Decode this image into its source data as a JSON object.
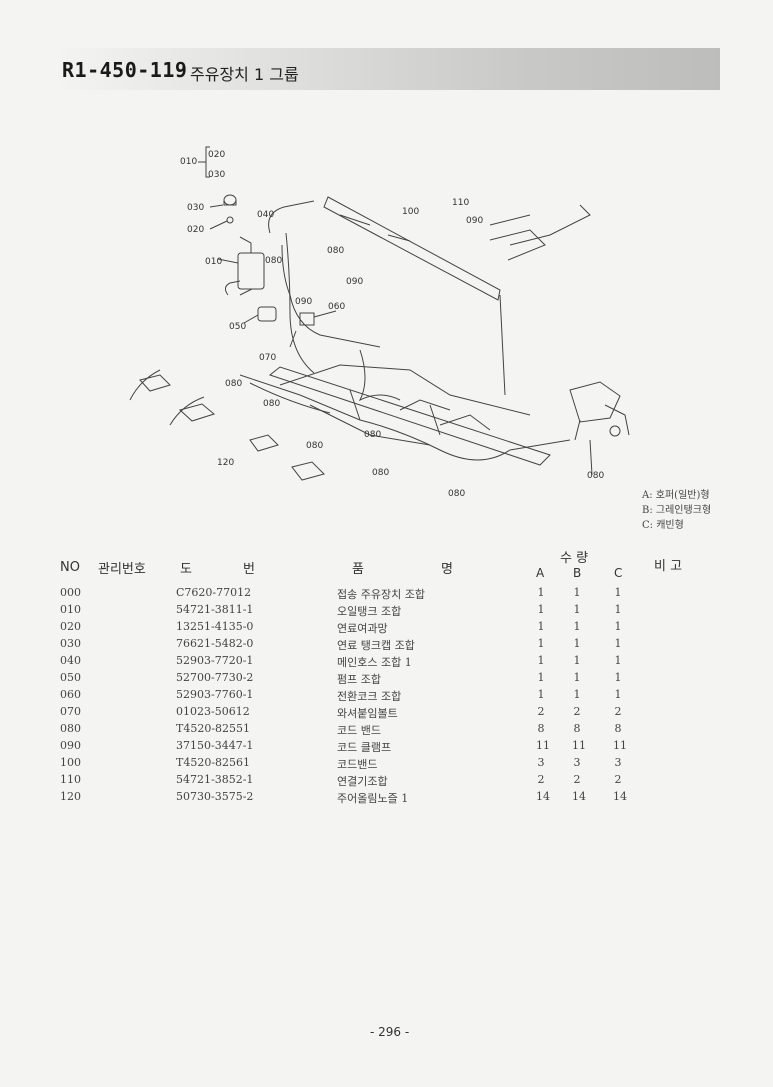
{
  "header": {
    "code": "R1-450-119",
    "name": "주유장치 1 그룹"
  },
  "callouts": {
    "c010_top": "010",
    "c020_top": "020",
    "c030_top": "030",
    "c030": "030",
    "c020": "020",
    "c040": "040",
    "c010": "010",
    "c080_a": "080",
    "c080_b": "080",
    "c090_a": "090",
    "c060": "060",
    "c050": "050",
    "c070": "070",
    "c100": "100",
    "c110": "110",
    "c090_b": "090",
    "c080_c": "080",
    "c080_d": "080",
    "c080_e": "080",
    "c080_f": "080",
    "c120": "120",
    "c080_g": "080",
    "c080_h": "080",
    "c080_i": "080"
  },
  "legend": [
    "A: 호퍼(일반)형",
    "B: 그레인탱크형",
    "C: 캐빈형"
  ],
  "table": {
    "headers": {
      "no": "NO",
      "mgmt": "관리번호",
      "drawing_a": "도",
      "drawing_b": "번",
      "name_a": "품",
      "name_b": "명",
      "qty": "수 량",
      "qty_a": "A",
      "qty_b": "B",
      "qty_c": "C",
      "remarks": "비 고"
    },
    "rows": [
      {
        "no": "000",
        "part": "C7620-77012",
        "name": "접송 주유장치 조합",
        "a": "1",
        "b": "1",
        "c": "1"
      },
      {
        "no": "010",
        "part": "54721-3811-1",
        "name": "오일탱크 조합",
        "a": "1",
        "b": "1",
        "c": "1"
      },
      {
        "no": "020",
        "part": "13251-4135-0",
        "name": "연료여과망",
        "a": "1",
        "b": "1",
        "c": "1"
      },
      {
        "no": "030",
        "part": "76621-5482-0",
        "name": "연료 탱크캡 조합",
        "a": "1",
        "b": "1",
        "c": "1"
      },
      {
        "no": "040",
        "part": "52903-7720-1",
        "name": "메인호스 조합 1",
        "a": "1",
        "b": "1",
        "c": "1"
      },
      {
        "no": "050",
        "part": "52700-7730-2",
        "name": "펌프 조합",
        "a": "1",
        "b": "1",
        "c": "1"
      },
      {
        "no": "060",
        "part": "52903-7760-1",
        "name": "전환코크 조합",
        "a": "1",
        "b": "1",
        "c": "1"
      },
      {
        "no": "070",
        "part": "01023-50612",
        "name": "와셔붙임볼트",
        "a": "2",
        "b": "2",
        "c": "2"
      },
      {
        "no": "080",
        "part": "T4520-82551",
        "name": "코드 밴드",
        "a": "8",
        "b": "8",
        "c": "8"
      },
      {
        "no": "090",
        "part": "37150-3447-1",
        "name": "코드 클램프",
        "a": "11",
        "b": "11",
        "c": "11"
      },
      {
        "no": "100",
        "part": "T4520-82561",
        "name": "코드밴드",
        "a": "3",
        "b": "3",
        "c": "3"
      },
      {
        "no": "110",
        "part": "54721-3852-1",
        "name": "연결기조합",
        "a": "2",
        "b": "2",
        "c": "2"
      },
      {
        "no": "120",
        "part": "50730-3575-2",
        "name": "주어올림노즐 1",
        "a": "14",
        "b": "14",
        "c": "14"
      }
    ]
  },
  "page_number": "- 296 -"
}
